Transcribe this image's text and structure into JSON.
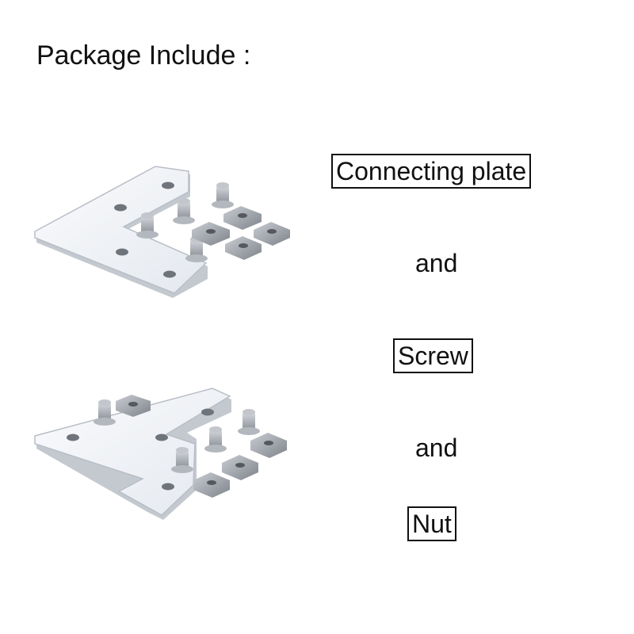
{
  "header": {
    "title": "Package Include :"
  },
  "items": {
    "plate": "Connecting plate",
    "screw": "Screw",
    "nut": "Nut",
    "joiner": "and"
  },
  "colors": {
    "text": "#111111",
    "plate_fill": "#f1f3f6",
    "plate_edge": "#b8bec6",
    "hardware": "#9ea3aa"
  }
}
